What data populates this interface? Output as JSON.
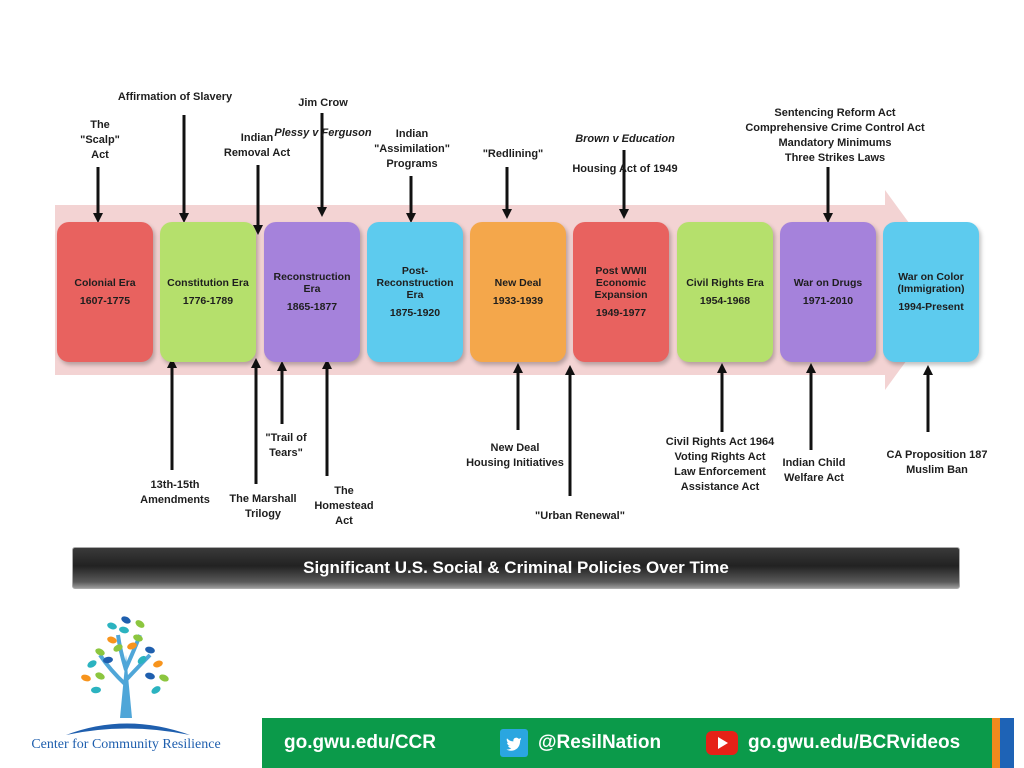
{
  "eras": [
    {
      "name": "Colonial Era",
      "years": "1607-1775",
      "color": "#e8625f"
    },
    {
      "name": "Constitution Era",
      "years": "1776-1789",
      "color": "#b5e06c"
    },
    {
      "name": "Reconstruction\nEra",
      "years": "1865-1877",
      "color": "#a582db"
    },
    {
      "name": "Post-\nReconstruction\nEra",
      "years": "1875-1920",
      "color": "#5dcbee"
    },
    {
      "name": "New Deal",
      "years": "1933-1939",
      "color": "#f4a74b"
    },
    {
      "name": "Post WWII\nEconomic\nExpansion",
      "years": "1949-1977",
      "color": "#e8625f"
    },
    {
      "name": "Civil Rights Era",
      "years": "1954-1968",
      "color": "#b5e06c"
    },
    {
      "name": "War on Drugs",
      "years": "1971-2010",
      "color": "#a582db"
    },
    {
      "name": "War on Color\n(Immigration)",
      "years": "1994-Present",
      "color": "#5dcbee"
    }
  ],
  "top_labels": {
    "scalp_act": "The\n\"Scalp\"\nAct",
    "affirmation_of_slavery": "Affirmation of Slavery",
    "indian_removal_act": "Indian\nRemoval Act",
    "jim_crow": "Jim Crow",
    "plessy_v_ferguson": "Plessy v Ferguson",
    "indian_assimilation": "Indian\n\"Assimilation\"\nPrograms",
    "redlining": "\"Redlining\"",
    "brown_v_education": "Brown v Education",
    "housing_act_1949": "Housing Act of 1949",
    "sentencing_reform": "Sentencing Reform Act\nComprehensive Crime Control Act\nMandatory Minimums\nThree Strikes Laws"
  },
  "bottom_labels": {
    "amendments": "13th-15th\nAmendments",
    "marshall_trilogy": "The Marshall\nTrilogy",
    "trail_of_tears": "\"Trail of\nTears\"",
    "homestead_act": "The\nHomestead\nAct",
    "new_deal_housing": "New Deal\nHousing Initiatives",
    "urban_renewal": "\"Urban Renewal\"",
    "civil_rights_acts": "Civil Rights Act 1964\nVoting Rights Act\nLaw Enforcement\nAssistance Act",
    "indian_child_welfare": "Indian Child\nWelfare Act",
    "ca_prop_187": "CA Proposition 187\nMuslim Ban"
  },
  "title": "Significant U.S. Social & Criminal Policies Over Time",
  "footer": {
    "org_name": "Center for Community Resilience",
    "link_ccr": "go.gwu.edu/CCR",
    "twitter_handle": "@ResilNation",
    "youtube_link": "go.gwu.edu/BCRvideos",
    "twitter_icon": "twitter-icon",
    "youtube_icon": "youtube-icon",
    "logo_icon": "tree-logo-icon"
  },
  "colors": {
    "arrow_band": "#f3d3d3",
    "footer_green": "#0b9a4a",
    "org_blue": "#1f5fae"
  }
}
